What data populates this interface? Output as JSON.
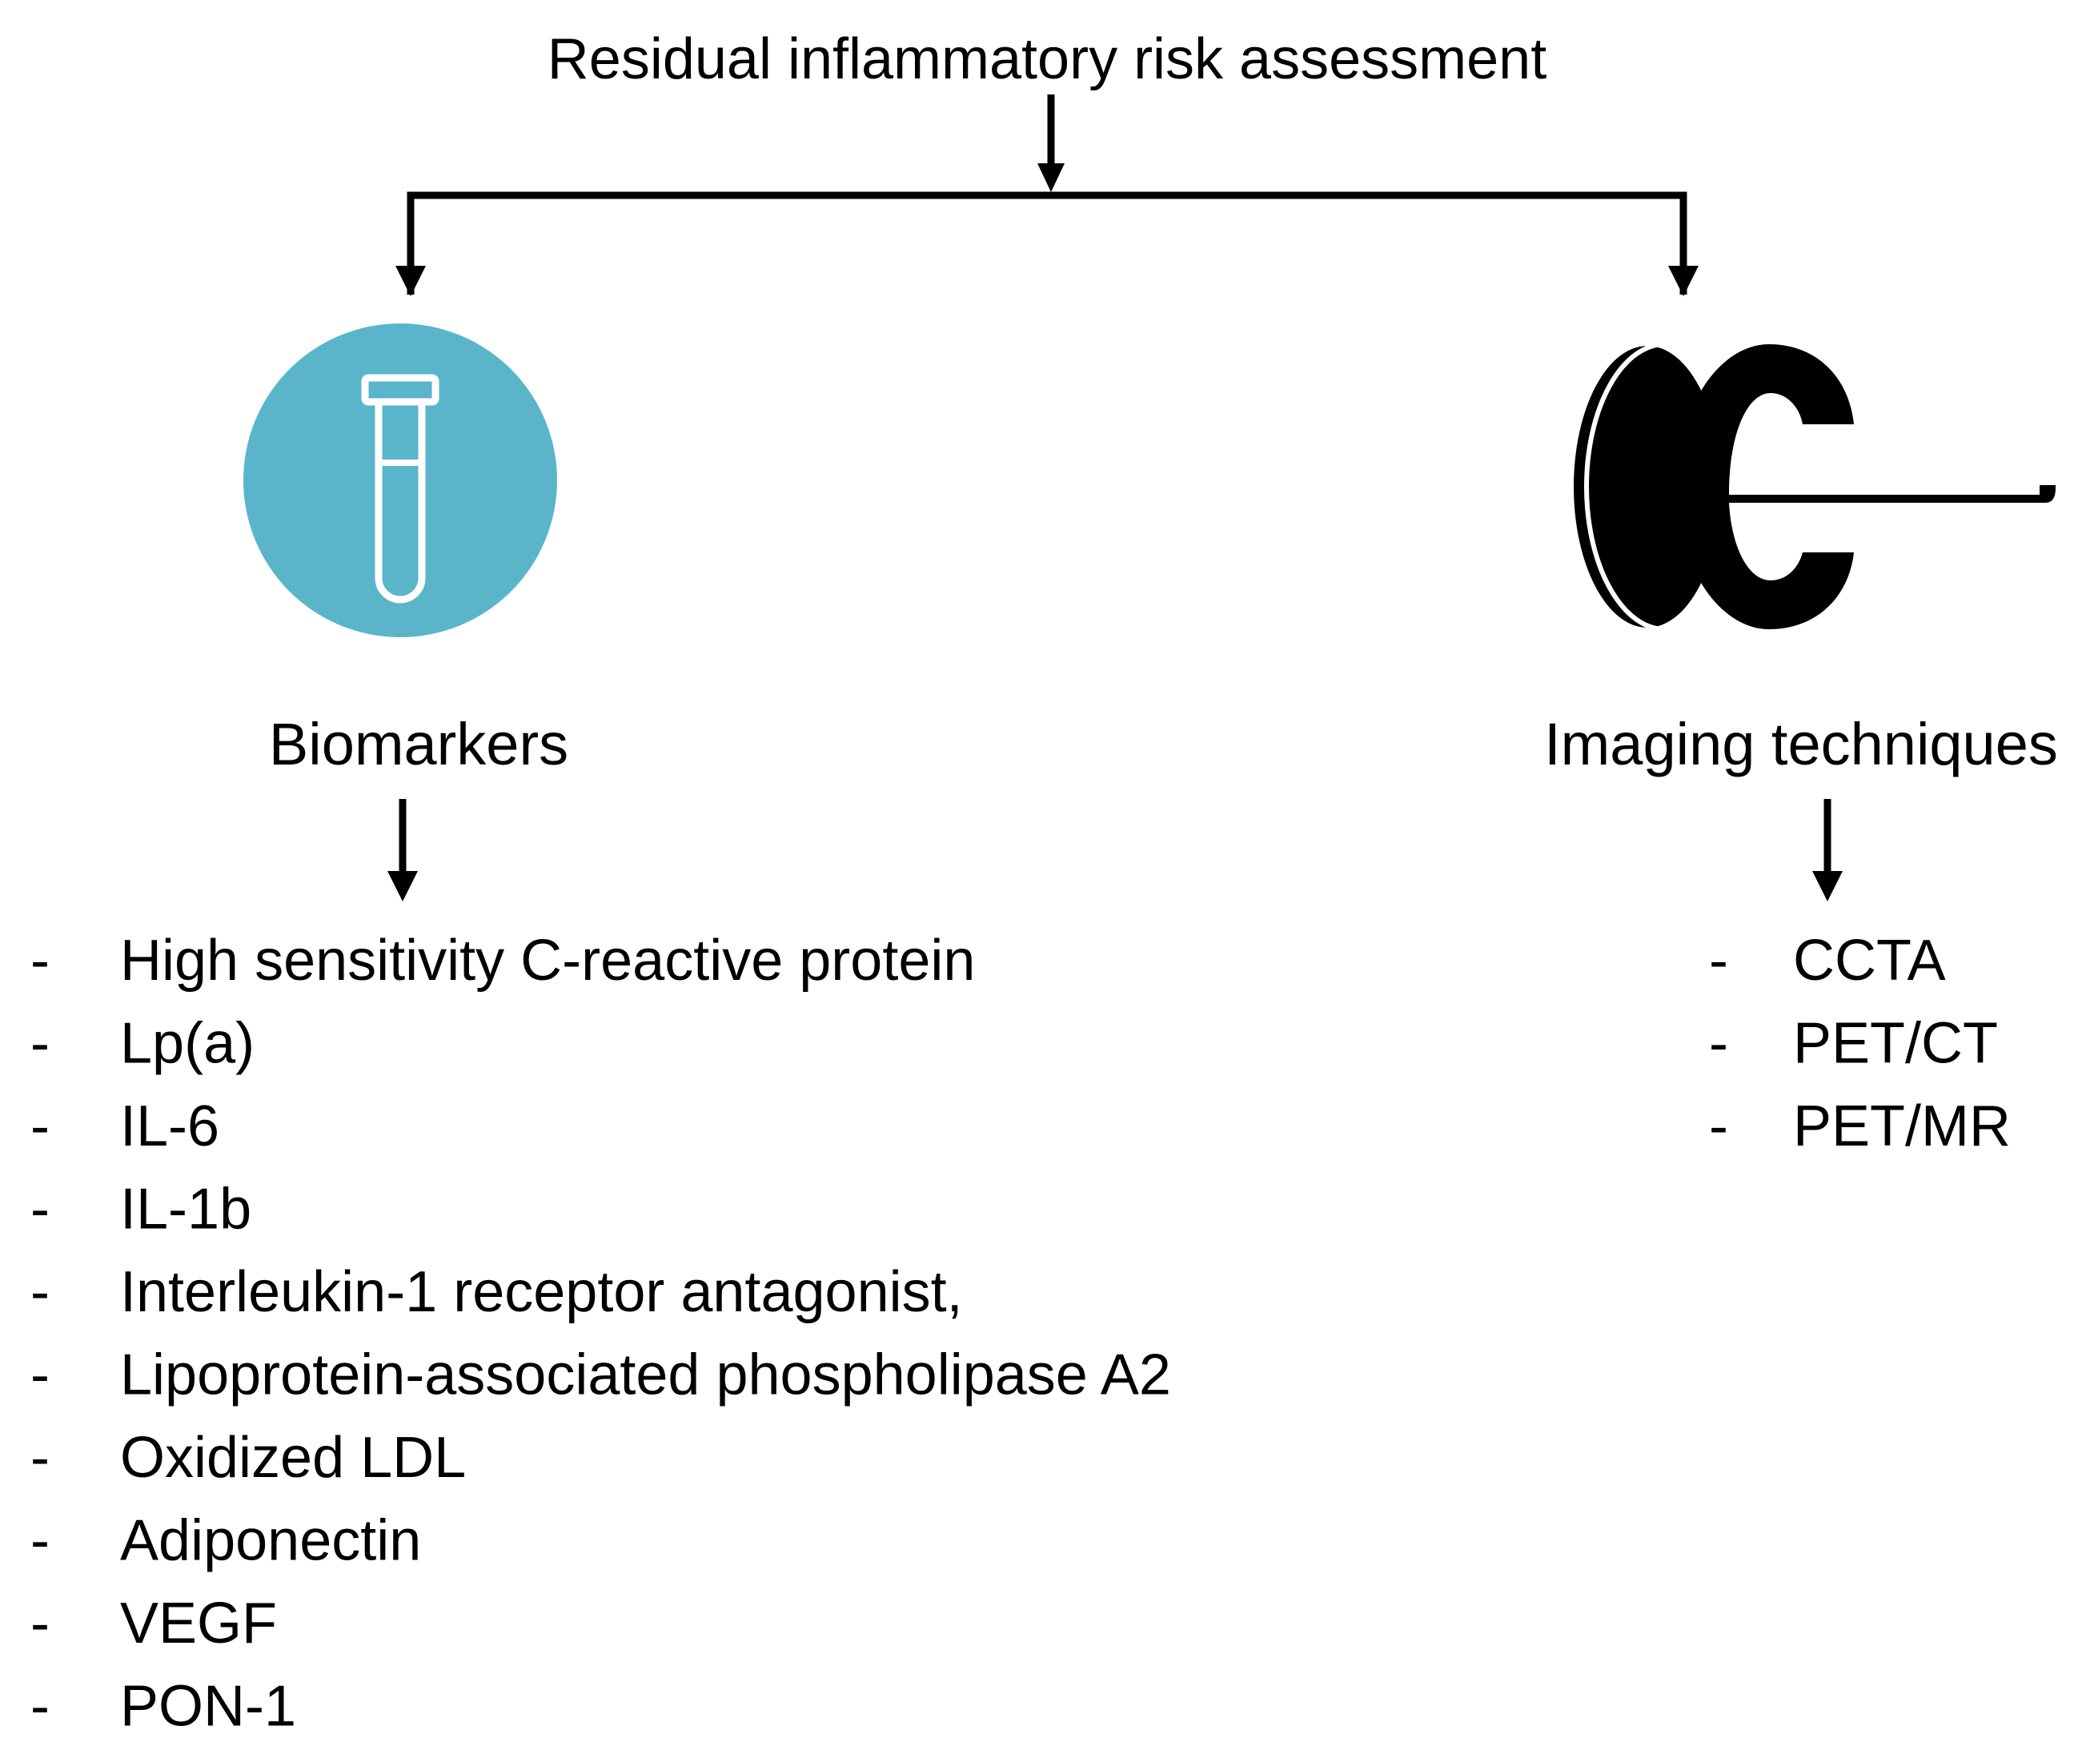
{
  "title": "Residual inflammatory risk assessment",
  "colors": {
    "biomarker_icon_bg": "#5ab5cb",
    "scanner_icon": "#000000",
    "text": "#000000"
  },
  "branches": {
    "biomarkers": {
      "label": "Biomarkers",
      "icon": "test-tube-icon",
      "bullet": "-",
      "items": [
        "High sensitivity C-reactive protein",
        "Lp(a)",
        "IL-6",
        "IL-1b",
        "Interleukin-1 receptor antagonist,",
        "Lipoprotein-associated phospholipase A2",
        "Oxidized LDL",
        "Adiponectin",
        "VEGF",
        "PON-1"
      ]
    },
    "imaging": {
      "label": "Imaging techniques",
      "icon": "ct-scanner-icon",
      "bullet": "-",
      "items": [
        "CCTA",
        "PET/CT",
        "PET/MR"
      ]
    }
  }
}
